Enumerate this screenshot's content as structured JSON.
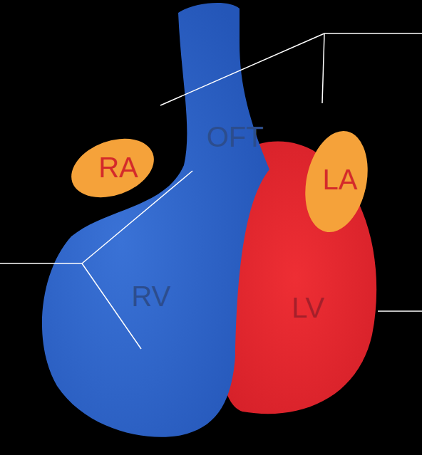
{
  "diagram": {
    "labels": [
      "OFT",
      "RA",
      "LA",
      "RV",
      "LV"
    ]
  }
}
